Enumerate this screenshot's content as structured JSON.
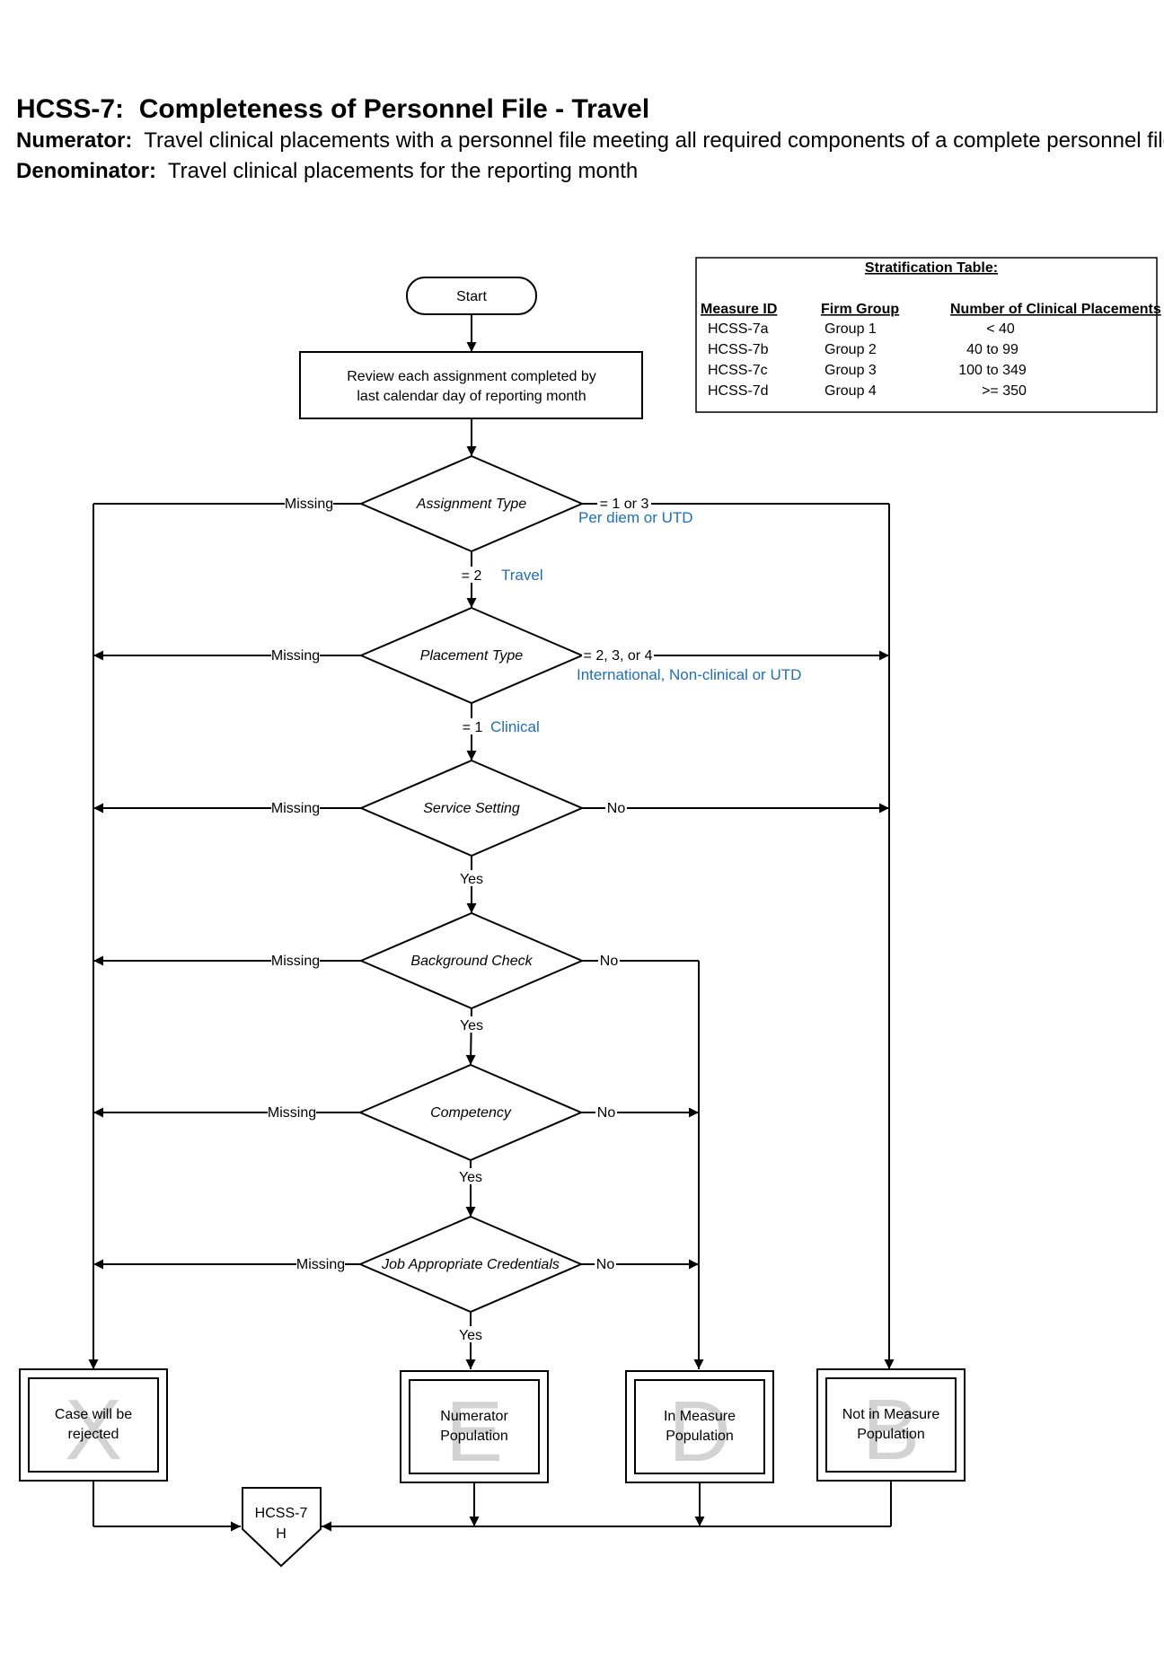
{
  "header": {
    "measure_code": "HCSS-7:",
    "measure_title": "Completeness of Personnel File - Travel",
    "numerator_label": "Numerator:",
    "numerator_text": "Travel clinical placements with a personnel file meeting all required components of a complete personnel file",
    "denominator_label": "Denominator:",
    "denominator_text": "Travel clinical placements for the reporting month"
  },
  "stratification": {
    "title": "Stratification Table:",
    "headers": [
      "Measure ID",
      "Firm Group",
      "Number of Clinical Placements"
    ],
    "rows": [
      [
        "HCSS-7a",
        "Group 1",
        "< 40"
      ],
      [
        "HCSS-7b",
        "Group 2",
        "40 to 99"
      ],
      [
        "HCSS-7c",
        "Group 3",
        "100 to 349"
      ],
      [
        "HCSS-7d",
        "Group 4",
        ">= 350"
      ]
    ]
  },
  "flow": {
    "start": "Start",
    "review_line1": "Review each assignment completed by",
    "review_line2": "last calendar day of reporting month",
    "decisions": {
      "assignment_type": "Assignment Type",
      "placement_type": "Placement Type",
      "service_setting": "Service Setting",
      "background_check": "Background Check",
      "competency": "Competency",
      "credentials": "Job Appropriate Credentials"
    },
    "labels": {
      "missing": "Missing",
      "yes": "Yes",
      "no": "No",
      "eq_1_or_3": "= 1 or 3",
      "per_diem": "Per diem or UTD",
      "eq_2": "= 2",
      "travel": "Travel",
      "eq_234": "= 2, 3, or 4",
      "international": "International, Non-clinical or UTD",
      "eq_1": "= 1",
      "clinical": "Clinical"
    },
    "outcomes": {
      "x": {
        "letter": "X",
        "line1": "Case will be",
        "line2": "rejected"
      },
      "e": {
        "letter": "E",
        "line1": "Numerator",
        "line2": "Population"
      },
      "d": {
        "letter": "D",
        "line1": "In Measure",
        "line2": "Population"
      },
      "b": {
        "letter": "B",
        "line1": "Not in Measure",
        "line2": "Population"
      }
    },
    "connector_line1": "HCSS-7",
    "connector_line2": "H"
  },
  "colors": {
    "line": "#000000",
    "blue_label": "#1f6fb2",
    "watermark_letter": "#d3d3d3"
  }
}
